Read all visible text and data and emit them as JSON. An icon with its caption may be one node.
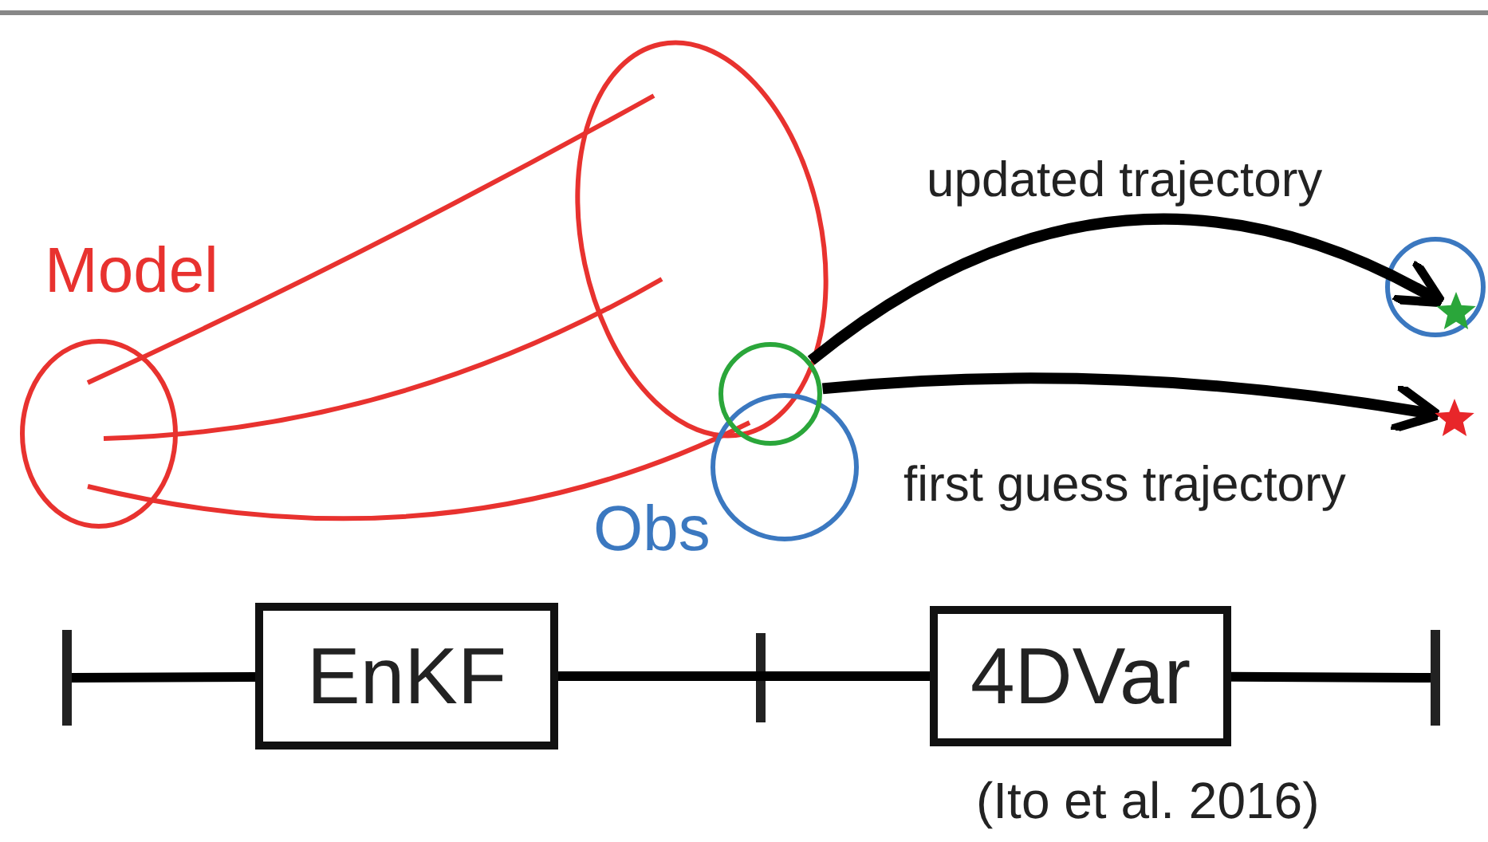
{
  "diagram": {
    "nodes": [
      {
        "text": [],
        "shape": "circle"
      },
      {
        "text": [],
        "shape": "star"
      },
      {
        "text": [],
        "shape": "star"
      },
      {
        "text": [
          "EnKF"
        ]
      },
      {
        "text": [
          "4DVar"
        ]
      }
    ],
    "edges": [
      {
        "from": 0,
        "to": 1,
        "arrow": "to",
        "label": "updated trajectory"
      },
      {
        "from": 0,
        "to": 2,
        "arrow": "to",
        "label": "first guess trajectory"
      },
      {
        "from": null,
        "to": 3,
        "arrow": "none"
      },
      {
        "from": 3,
        "to": 4,
        "arrow": "none"
      },
      {
        "from": 4,
        "to": null,
        "arrow": "none"
      }
    ],
    "labels": [
      "Model",
      "Obs",
      "(Ito et al. 2016)"
    ]
  }
}
